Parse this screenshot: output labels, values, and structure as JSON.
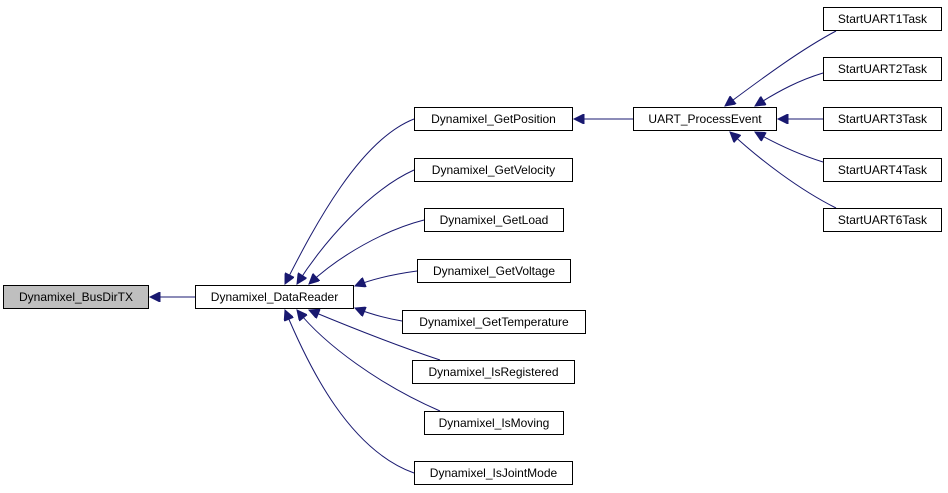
{
  "colors": {
    "edge": "#191970",
    "node_border": "#000000",
    "root_fill": "#bfbfbf",
    "node_fill": "#ffffff"
  },
  "nodes": {
    "busdirtx": "Dynamixel_BusDirTX",
    "datareader": "Dynamixel_DataReader",
    "getposition": "Dynamixel_GetPosition",
    "getvelocity": "Dynamixel_GetVelocity",
    "getload": "Dynamixel_GetLoad",
    "getvoltage": "Dynamixel_GetVoltage",
    "gettemperature": "Dynamixel_GetTemperature",
    "isregistered": "Dynamixel_IsRegistered",
    "ismoving": "Dynamixel_IsMoving",
    "isjointmode": "Dynamixel_IsJointMode",
    "uart_processevent": "UART_ProcessEvent",
    "startuart1": "StartUART1Task",
    "startuart2": "StartUART2Task",
    "startuart3": "StartUART3Task",
    "startuart4": "StartUART4Task",
    "startuart6": "StartUART6Task"
  },
  "edges": [
    {
      "from": "datareader",
      "to": "busdirtx"
    },
    {
      "from": "getposition",
      "to": "datareader"
    },
    {
      "from": "getvelocity",
      "to": "datareader"
    },
    {
      "from": "getload",
      "to": "datareader"
    },
    {
      "from": "getvoltage",
      "to": "datareader"
    },
    {
      "from": "gettemperature",
      "to": "datareader"
    },
    {
      "from": "isregistered",
      "to": "datareader"
    },
    {
      "from": "ismoving",
      "to": "datareader"
    },
    {
      "from": "isjointmode",
      "to": "datareader"
    },
    {
      "from": "uart_processevent",
      "to": "getposition"
    },
    {
      "from": "startuart1",
      "to": "uart_processevent"
    },
    {
      "from": "startuart2",
      "to": "uart_processevent"
    },
    {
      "from": "startuart3",
      "to": "uart_processevent"
    },
    {
      "from": "startuart4",
      "to": "uart_processevent"
    },
    {
      "from": "startuart6",
      "to": "uart_processevent"
    }
  ]
}
